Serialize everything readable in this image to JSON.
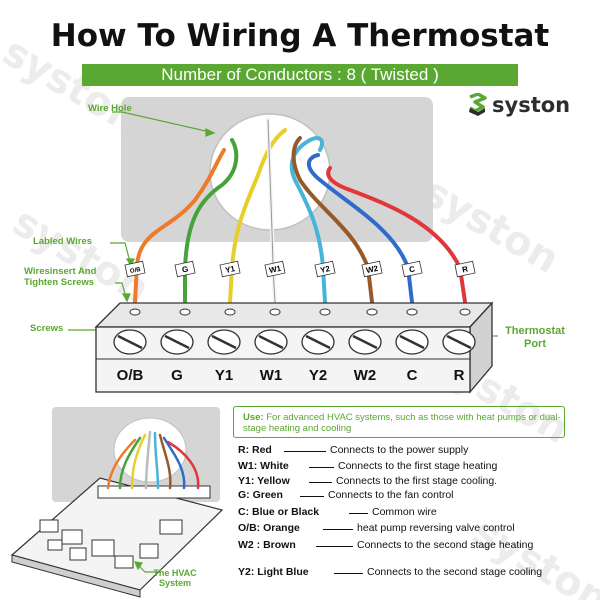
{
  "title": "How To Wiring A Thermostat",
  "banner": "Number of Conductors : 8  ( Twisted )",
  "logo": {
    "text": "syston",
    "icon": "s-logo-icon"
  },
  "watermark": "syston",
  "callouts": {
    "wire_hole": "Wire Hole",
    "labeled_wires": "Labled Wires",
    "wires_insert": "Wiresinsert And Tighten Screws",
    "screws": "Screws",
    "thermostat_port": "Thermostat Port",
    "hvac_system": "The HVAC System"
  },
  "terminals": [
    {
      "label": "O/B",
      "tag": "O/B",
      "color": "#ee7b2b"
    },
    {
      "label": "G",
      "tag": "G",
      "color": "#45a33a"
    },
    {
      "label": "Y1",
      "tag": "Y1",
      "color": "#e7cf2b"
    },
    {
      "label": "W1",
      "tag": "W1",
      "color": "#f4f4f4"
    },
    {
      "label": "Y2",
      "tag": "Y2",
      "color": "#49b4d9"
    },
    {
      "label": "W2",
      "tag": "W2",
      "color": "#96592a"
    },
    {
      "label": "C",
      "tag": "C",
      "color": "#2f6cc9"
    },
    {
      "label": "R",
      "tag": "R",
      "color": "#e0373a"
    }
  ],
  "use_label": "Use:",
  "use_text": "For advanced HVAC systems, such as those with heat pumps or dual-stage heating and cooling",
  "legend": [
    {
      "code": "R: Red",
      "desc": "Connects to the power supply"
    },
    {
      "code": "W1: White",
      "desc": "Connects to the first stage heating"
    },
    {
      "code": "Y1: Yellow",
      "desc": "Connects to the first stage cooling."
    },
    {
      "code": "G: Green",
      "desc": "Connects to the fan control"
    },
    {
      "code": "C: Blue or Black",
      "desc": "Common wire"
    },
    {
      "code": "O/B: Orange",
      "desc": "heat pump reversing valve control"
    },
    {
      "code": "W2 : Brown",
      "desc": "Connects to the second stage heating"
    },
    {
      "code": "Y2: Light Blue",
      "desc": "Connects to the second stage cooling"
    }
  ],
  "colors": {
    "accent": "#5aa832",
    "wall": "#d5d5d5",
    "block": "#f2f2f2"
  }
}
